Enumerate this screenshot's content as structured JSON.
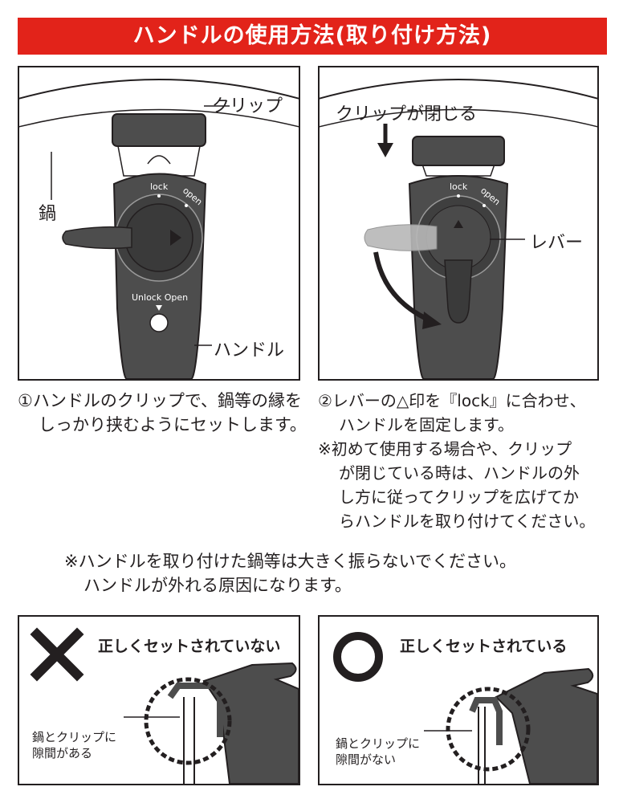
{
  "title": "ハンドルの使用方法(取り付け方法)",
  "panel1": {
    "clip_label": "クリップ",
    "pot_label": "鍋",
    "handle_label": "ハンドル",
    "lock_text": "lock",
    "open_text": "open",
    "unlock_open_text": "Unlock Open"
  },
  "panel2": {
    "clip_closes_label": "クリップが閉じる",
    "lever_label": "レバー",
    "lock_text": "lock",
    "open_text": "open"
  },
  "caption1": {
    "line1": "①ハンドルのクリップで、鍋等の縁を",
    "line2": "しっかり挟むようにセットします。"
  },
  "caption2": {
    "line1": "②レバーの△印を『lock』に合わせ、",
    "line2": "ハンドルを固定します。",
    "note1": "※初めて使用する場合や、クリップ",
    "note2": "が閉じている時は、ハンドルの外",
    "note3": "し方に従ってクリップを広げてか",
    "note4": "らハンドルを取り付けてください。"
  },
  "warning": {
    "line1": "※ハンドルを取り付けた鍋等は大きく振らないでください。",
    "line2": "ハンドルが外れる原因になります。"
  },
  "bad_example": {
    "title": "正しくセットされていない",
    "gap_line1": "鍋とクリップに",
    "gap_line2": "隙間がある"
  },
  "good_example": {
    "title": "正しくセットされている",
    "gap_line1": "鍋とクリップに",
    "gap_line2": "隙間がない"
  },
  "colors": {
    "banner": "#e2231a",
    "handle": "#4d4d4d",
    "ink": "#231f20"
  }
}
